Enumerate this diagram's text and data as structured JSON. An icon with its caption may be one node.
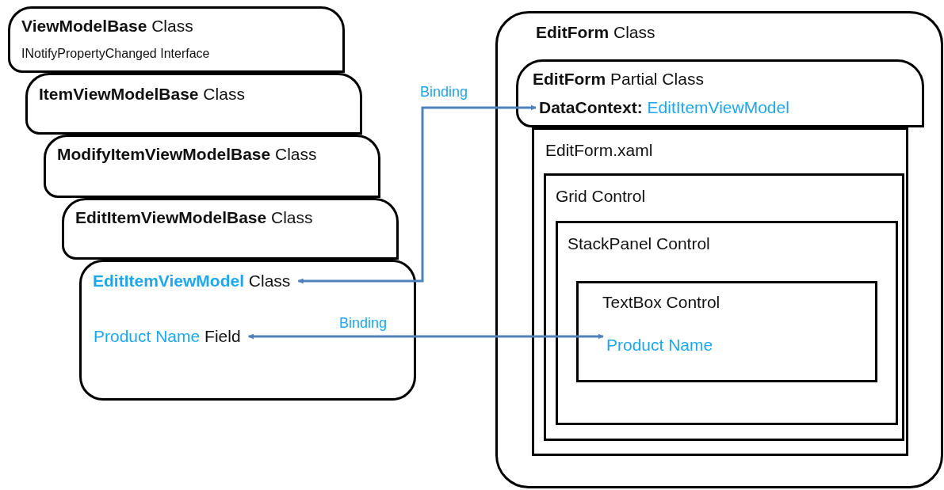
{
  "diagram": {
    "nodes": [
      {
        "text": [
          "**ViewModelBase** Class",
          "INotifyPropertyChanged Interface"
        ]
      },
      {
        "text": [
          "**ItemViewModelBase** Class"
        ]
      },
      {
        "text": [
          "**ModifyItemViewModelBase** Class"
        ]
      },
      {
        "text": [
          "**EditItemViewModelBase** Class"
        ]
      },
      {
        "text": [
          "**EditItemViewModel** Class"
        ]
      },
      {
        "text": [
          "Product Name",
          "Field"
        ],
        "in": 4
      },
      {
        "text": [
          "**EditForm** Class"
        ]
      },
      {
        "text": [
          "**EditForm** Partial Class"
        ],
        "in": 6
      },
      {
        "text": [
          "DataContext:",
          "EditItemViewModel"
        ],
        "in": 7
      },
      {
        "text": [
          "EditForm.xaml"
        ],
        "in": 6
      },
      {
        "text": [
          "Grid Control"
        ],
        "in": 9
      },
      {
        "text": [
          "StackPanel Control"
        ],
        "in": 10
      },
      {
        "text": [
          "TextBox Control"
        ],
        "in": 11
      },
      {
        "text": [
          "Product Name"
        ],
        "in": 12
      }
    ],
    "edges": [
      {
        "from": 4,
        "to": 8,
        "arrow": "both",
        "label": "Binding"
      },
      {
        "from": 5,
        "to": 13,
        "arrow": "both",
        "label": "Binding"
      }
    ]
  }
}
